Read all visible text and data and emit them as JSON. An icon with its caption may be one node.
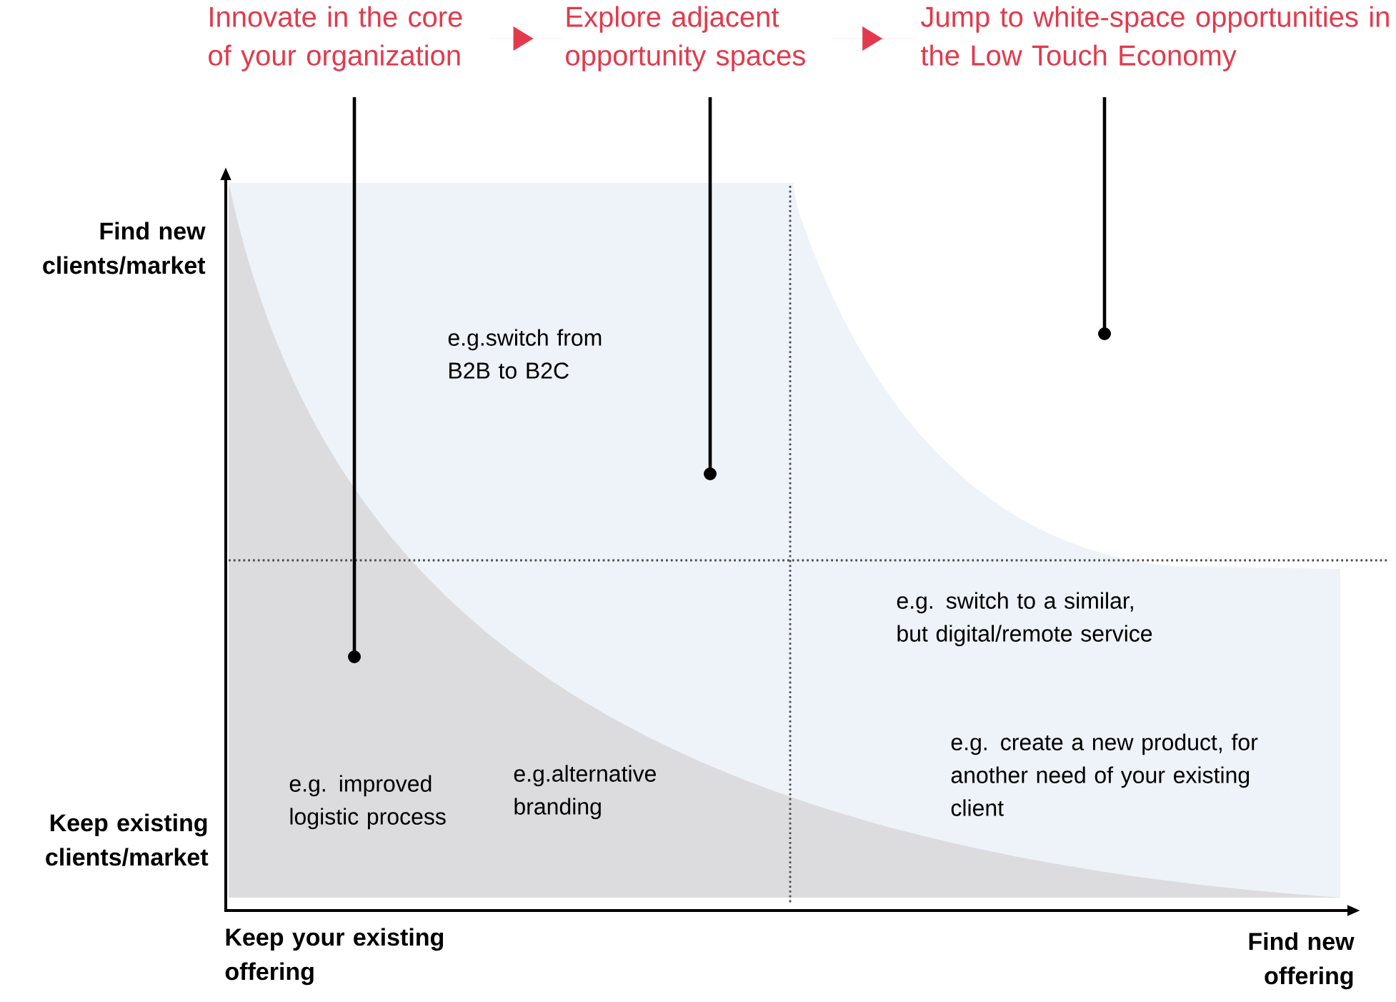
{
  "diagram": {
    "nodes": [
      {
        "text": [
          "Innovate in the core of your organization"
        ]
      },
      {
        "text": [
          "Explore adjacent opportunity spaces"
        ]
      },
      {
        "text": [
          "Jump to white-space opportunities in the Low Touch Economy"
        ]
      }
    ],
    "edges": [
      {
        "from": 0,
        "to": 1,
        "arrow": "to",
        "color": "#e23a4c"
      },
      {
        "from": 1,
        "to": 2,
        "arrow": "to",
        "color": "#e23a4c"
      },
      {
        "from": 0,
        "to": null,
        "arrow": "other"
      },
      {
        "from": 1,
        "to": null,
        "arrow": "other"
      },
      {
        "from": 2,
        "to": null,
        "arrow": "other"
      }
    ],
    "labels": [
      "Find new clients/market",
      "e.g.switch from B2B to B2C",
      "e.g. switch to a similar, but digital/remote service",
      "e.g. create a new product, for another need of your existing client",
      "e.g.alternative branding",
      "e.g. improved logistic process",
      "Keep existing clients/market",
      "Keep your existing offering",
      "Find new offering"
    ]
  }
}
